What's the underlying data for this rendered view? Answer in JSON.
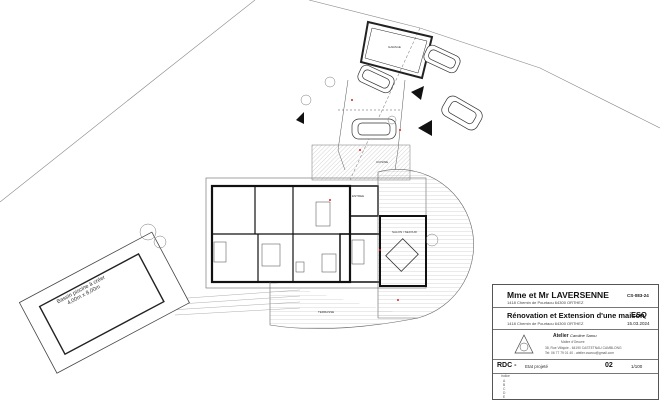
{
  "plan_labels": {
    "pool_line1": "Bassin piscine à créer",
    "pool_line2": "4,00m x 8,00m",
    "room_garage": "GARAGE",
    "room_salon": "SALON / SEJOUR",
    "room_terrasse": "TERRASSE",
    "room_entree": "ENTREE",
    "room_cuisine": "CUISINE"
  },
  "title_block": {
    "client": "Mme et Mr LAVERSENNE",
    "client_address": "1418 Chemin de Pourtaou 64300 ORTHEZ",
    "ref_code": "CS-083-24",
    "project_title": "Rénovation et Extension d'une maison",
    "project_address": "1418 Chemin de Pourtaou 64300 ORTHEZ",
    "phase": "ESQ",
    "date": "15.03.2024",
    "studio_name": "Atelier",
    "studio_name2": "Caroline Sarou",
    "studio_sub": "Maître d'Oeuvre",
    "studio_addr1": "38, Rue Villajoie - 64190 CASTETNAU CAMBLONG",
    "studio_addr2": "Tel: 06 77 79 01 40 - atelier.csarou@gmail.com",
    "level": "RDC -",
    "level_desc": "Etat projeté",
    "sheet_number": "02",
    "scale": "1/100",
    "indices_header": "Indice",
    "indices_letters": [
      "A",
      "B",
      "C",
      "D",
      "E"
    ]
  }
}
